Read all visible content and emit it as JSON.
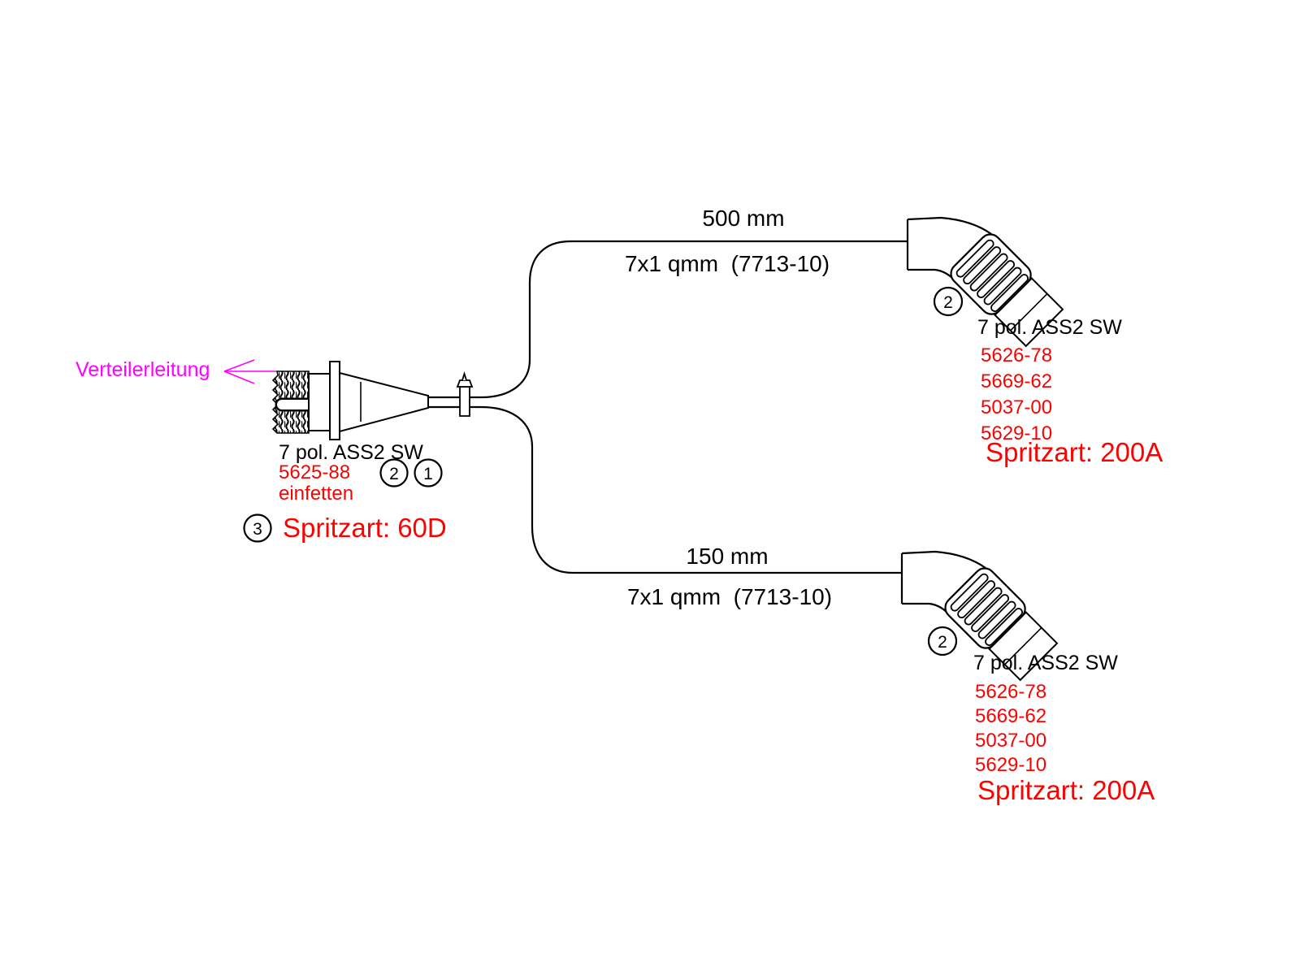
{
  "colors": {
    "line": "#000000",
    "part_number_red": "#ff0000",
    "distributor_magenta": "#ff00ff",
    "background": "#ffffff"
  },
  "distributor": {
    "label": "Verteilerleitung"
  },
  "source_connector": {
    "name": "7 pol. ASS2 SW",
    "part_number": "5625-88",
    "note": "einfetten",
    "callout_a": "2",
    "callout_b": "1",
    "spray_callout": "3",
    "spray_type": "Spritzart: 60D"
  },
  "branch_top": {
    "length": "500 mm",
    "cable": "7x1 qmm  (7713-10)",
    "callout": "2",
    "connector": {
      "name": "7 pol. ASS2 SW",
      "parts": [
        "5626-78",
        "5669-62",
        "5037-00",
        "5629-10"
      ],
      "spray_type": "Spritzart: 200A"
    }
  },
  "branch_bottom": {
    "length": "150 mm",
    "cable": "7x1 qmm  (7713-10)",
    "callout": "2",
    "connector": {
      "name": "7 pol. ASS2 SW",
      "parts": [
        "5626-78",
        "5669-62",
        "5037-00",
        "5629-10"
      ],
      "spray_type": "Spritzart: 200A"
    }
  }
}
